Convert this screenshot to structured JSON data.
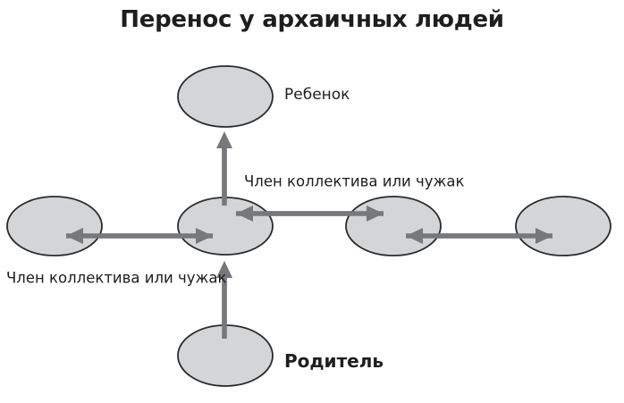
{
  "title": "Перенос у архаичных людей",
  "labels": {
    "child": "Ребенок",
    "parent": "Родитель",
    "member_top": "Член коллектива или чужак",
    "member_bottom": "Член коллектива или чужак"
  },
  "colors": {
    "background": "#ffffff",
    "ellipse_fill": "#d4d5d7",
    "ellipse_stroke": "#2b2b2b",
    "arrow": "#77787b",
    "text": "#1e1e1e"
  }
}
